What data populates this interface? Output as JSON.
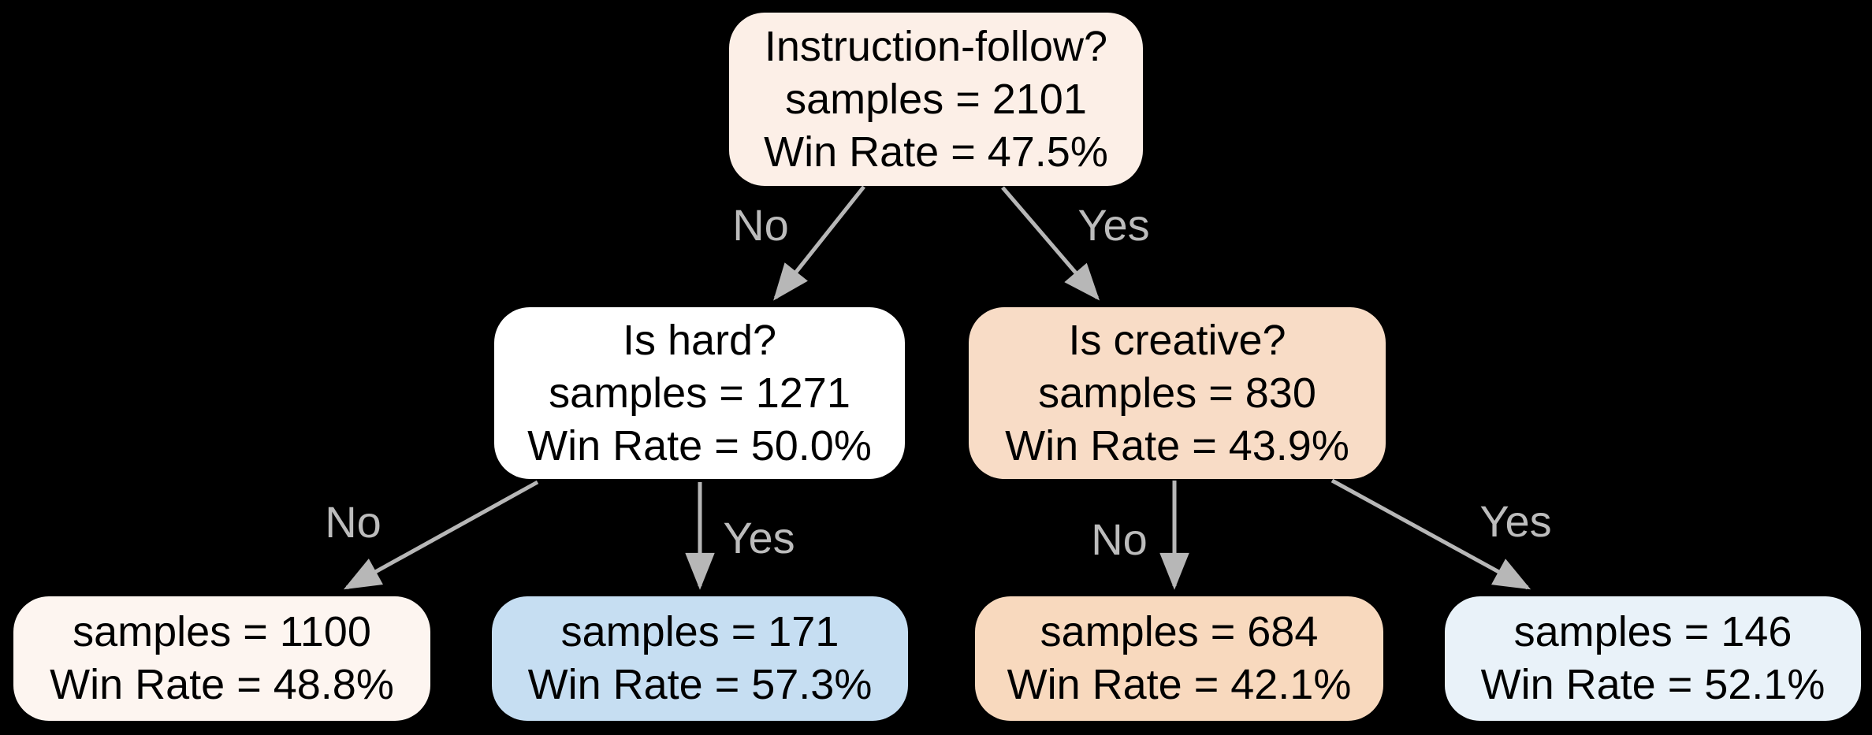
{
  "diagram": {
    "background_color": "#000000",
    "edge_color": "#b7b7b7",
    "edge_label_color": "#bcbcbc",
    "node_text_color": "#000000"
  },
  "nodes": {
    "root": {
      "question": "Instruction-follow?",
      "samples": "samples = 2101",
      "win_rate": "Win Rate = 47.5%",
      "fill": "#fcefe7"
    },
    "is_hard": {
      "question": "Is hard?",
      "samples": "samples = 1271",
      "win_rate": "Win Rate = 50.0%",
      "fill": "#ffffff"
    },
    "is_creative": {
      "question": "Is creative?",
      "samples": "samples = 830",
      "win_rate": "Win Rate = 43.9%",
      "fill": "#f8dcc6"
    },
    "leaf_not_if_not_hard": {
      "samples": "samples = 1100",
      "win_rate": "Win Rate = 48.8%",
      "fill": "#fdf5f0"
    },
    "leaf_not_if_hard": {
      "samples": "samples = 171",
      "win_rate": "Win Rate = 57.3%",
      "fill": "#c6def2"
    },
    "leaf_if_not_creative": {
      "samples": "samples = 684",
      "win_rate": "Win Rate = 42.1%",
      "fill": "#f8d9be"
    },
    "leaf_if_creative": {
      "samples": "samples = 146",
      "win_rate": "Win Rate = 52.1%",
      "fill": "#e9f2f9"
    }
  },
  "edge_labels": {
    "root_no": "No",
    "root_yes": "Yes",
    "hard_no": "No",
    "hard_yes": "Yes",
    "creative_no": "No",
    "creative_yes": "Yes"
  }
}
